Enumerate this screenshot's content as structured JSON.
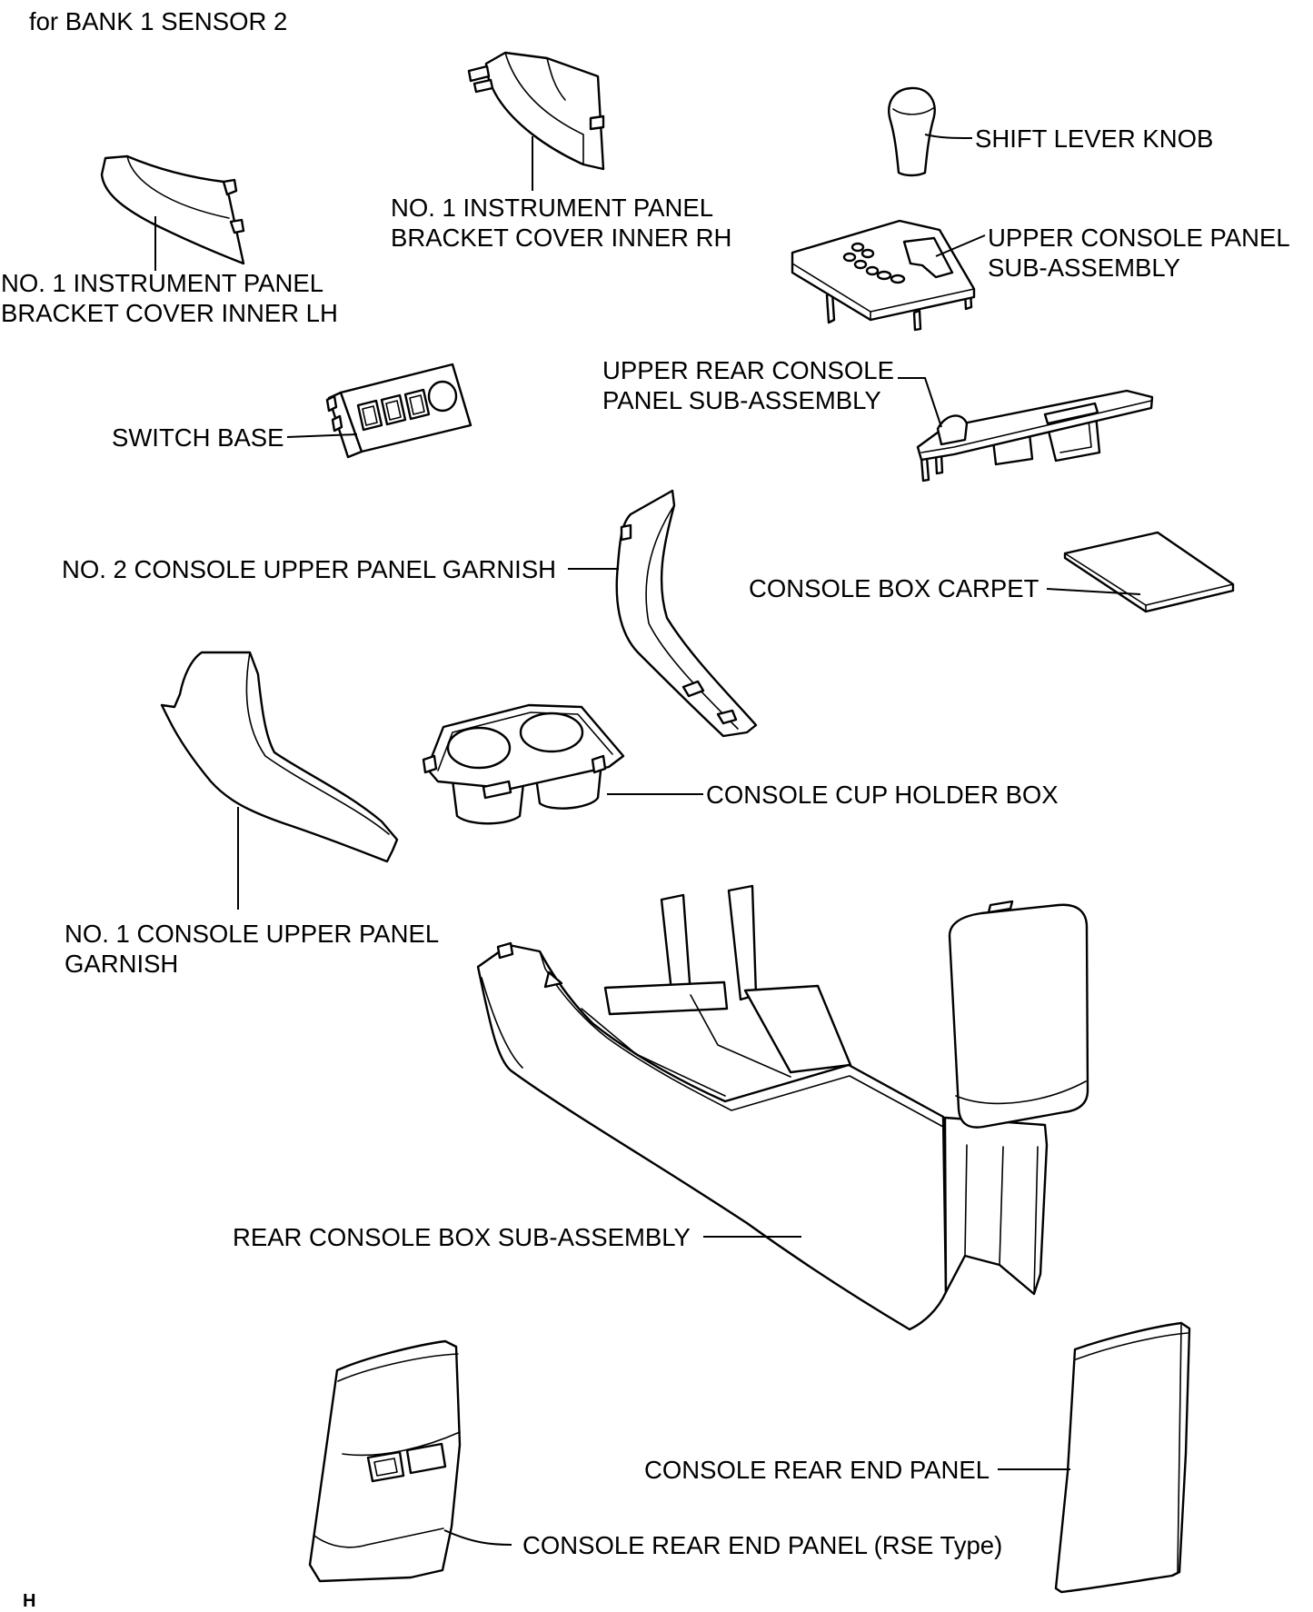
{
  "header": "for BANK 1 SENSOR 2",
  "labels": {
    "bracket_cover_inner_rh": [
      "NO. 1 INSTRUMENT PANEL",
      "BRACKET COVER INNER RH"
    ],
    "shift_lever_knob": "SHIFT LEVER KNOB",
    "upper_console_panel": [
      "UPPER CONSOLE PANEL",
      "SUB-ASSEMBLY"
    ],
    "bracket_cover_inner_lh": [
      "NO. 1 INSTRUMENT PANEL",
      "BRACKET COVER INNER LH"
    ],
    "upper_rear_console_panel": [
      "UPPER REAR CONSOLE",
      "PANEL SUB-ASSEMBLY"
    ],
    "switch_base": "SWITCH BASE",
    "no2_console_upper_panel_garnish": "NO. 2 CONSOLE UPPER PANEL GARNISH",
    "console_box_carpet": "CONSOLE BOX CARPET",
    "console_cup_holder_box": "CONSOLE CUP HOLDER BOX",
    "no1_console_upper_panel_garnish": [
      "NO. 1 CONSOLE UPPER PANEL",
      "GARNISH"
    ],
    "rear_console_box": "REAR CONSOLE BOX SUB-ASSEMBLY",
    "console_rear_end_panel": "CONSOLE REAR END PANEL",
    "console_rear_end_panel_rse": "CONSOLE REAR END PANEL (RSE Type)"
  },
  "footer_mark": "H",
  "colors": {
    "line": "#000000",
    "background": "#ffffff"
  }
}
